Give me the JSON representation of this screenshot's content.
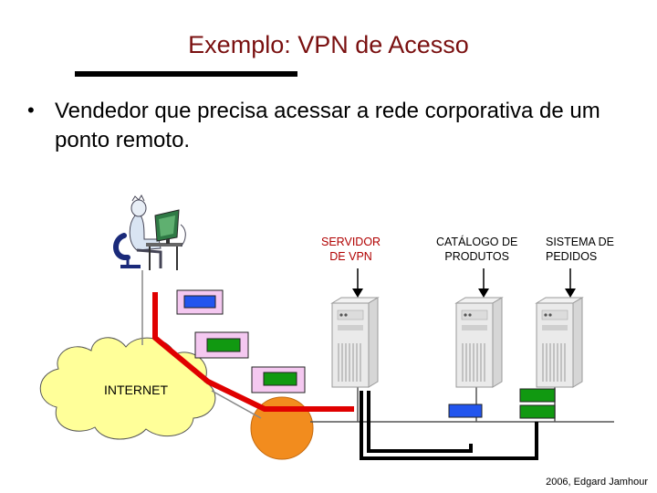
{
  "slide": {
    "title": "Exemplo: VPN de Acesso",
    "bullet": "Vendedor que precisa acessar a rede corporativa de um ponto remoto.",
    "bullet_marker": "•"
  },
  "diagram": {
    "labels": {
      "vpn_server": "SERVIDOR\nDE VPN",
      "catalog": "CATÁLOGO DE\nPRODUTOS",
      "orders": "SISTEMA DE\nPEDIDOS",
      "internet": "INTERNET"
    },
    "icons": {
      "user": "person-at-computer-icon",
      "server": "server-tower-icon",
      "cloud": "internet-cloud-icon",
      "router": "router-circle-icon",
      "packet": "data-packet-icon"
    },
    "colors": {
      "title": "#7a1010",
      "tunnel": "#e00000",
      "cloud": "#ffff99",
      "router": "#f28c1e",
      "packet_blue": "#2255ee",
      "packet_green": "#119911",
      "packet_frame": "#f4c8f0"
    }
  },
  "footer": {
    "credit": "2006, Edgard Jamhour"
  }
}
